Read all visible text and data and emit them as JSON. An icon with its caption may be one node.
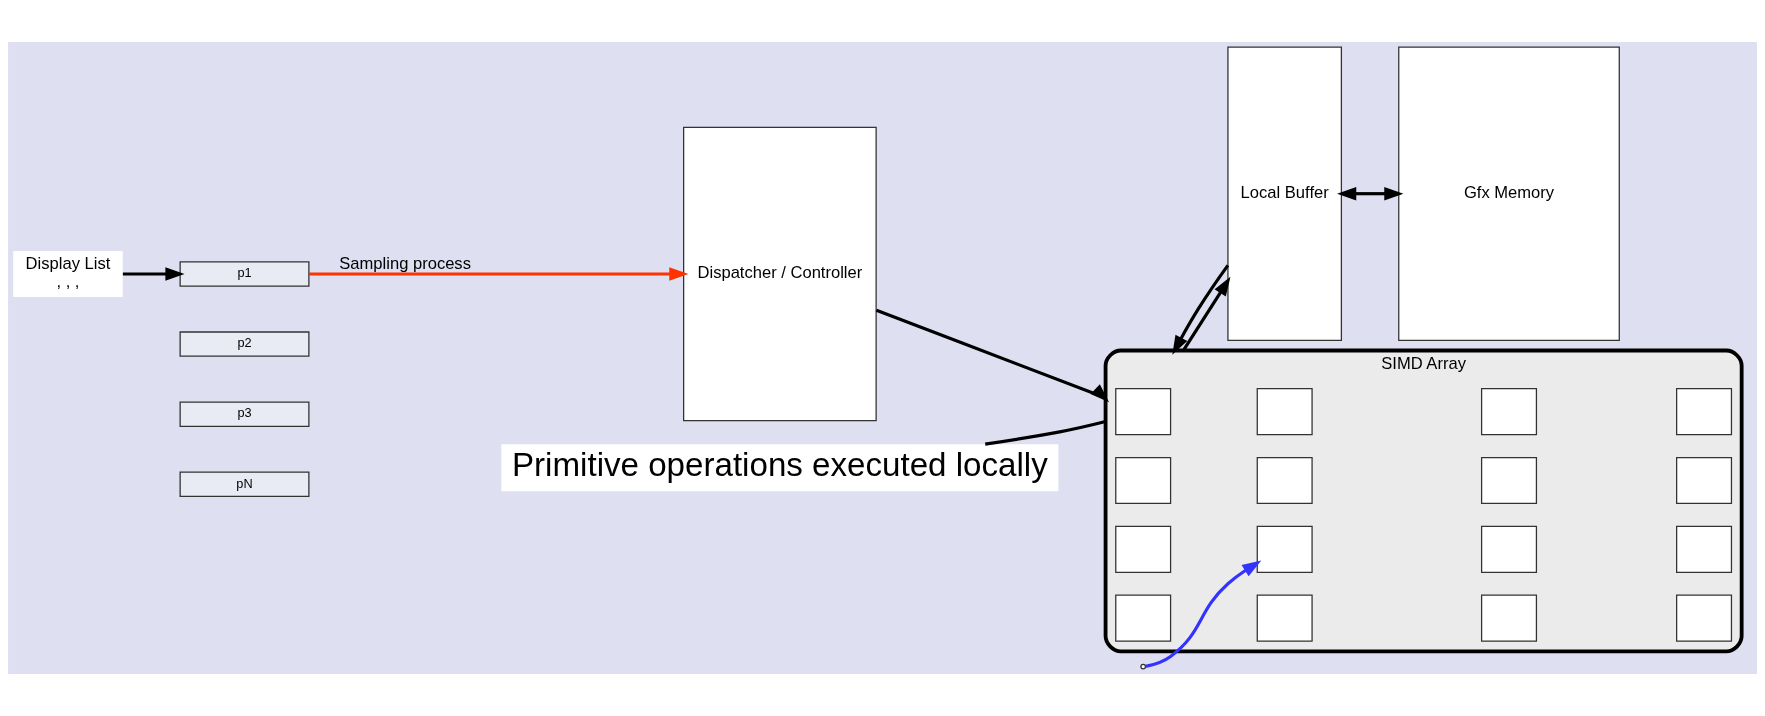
{
  "diagram": {
    "nodes": [
      {
        "text": [
          "Display List",
          ", , ,"
        ]
      },
      {
        "text": [
          "p1"
        ]
      },
      {
        "text": [
          "p2"
        ]
      },
      {
        "text": [
          "p3"
        ]
      },
      {
        "text": [
          "pN"
        ]
      },
      {
        "text": [
          "Dispatcher / Controller"
        ]
      },
      {
        "text": [
          "SIMD Array"
        ]
      },
      {
        "text": [],
        "shape": "box",
        "in": 6
      },
      {
        "text": [],
        "shape": "box",
        "in": 6
      },
      {
        "text": [],
        "shape": "box",
        "in": 6
      },
      {
        "text": [],
        "shape": "box",
        "in": 6
      },
      {
        "text": [],
        "shape": "box",
        "in": 6
      },
      {
        "text": [],
        "shape": "box",
        "in": 6
      },
      {
        "text": [],
        "shape": "box",
        "in": 6
      },
      {
        "text": [],
        "shape": "box",
        "in": 6
      },
      {
        "text": [],
        "shape": "box",
        "in": 6
      },
      {
        "text": [],
        "shape": "box",
        "in": 6
      },
      {
        "text": [],
        "shape": "box",
        "in": 6
      },
      {
        "text": [],
        "shape": "box",
        "in": 6
      },
      {
        "text": [],
        "shape": "box",
        "in": 6
      },
      {
        "text": [],
        "shape": "box",
        "in": 6
      },
      {
        "text": [],
        "shape": "box",
        "in": 6
      },
      {
        "text": [],
        "shape": "box",
        "in": 6
      },
      {
        "text": [
          "Local Buffer"
        ]
      },
      {
        "text": [
          "Gfx Memory"
        ]
      },
      {
        "text": [
          "Primitive operations executed locally"
        ]
      }
    ],
    "edges": [
      {
        "from": 0,
        "to": 1,
        "arrow": "to"
      },
      {
        "from": 1,
        "to": 5,
        "arrow": "to",
        "label": "Sampling process",
        "color": "#ff3300"
      },
      {
        "from": null,
        "to": 16,
        "arrow": "to",
        "color": "#3333ff"
      },
      {
        "from": 5,
        "to": 6,
        "arrow": "to"
      },
      {
        "from": 6,
        "to": 23,
        "arrow": "to"
      },
      {
        "from": 23,
        "to": 24,
        "arrow": "both"
      },
      {
        "from": 23,
        "to": 6,
        "arrow": "to"
      },
      {
        "from": 25,
        "to": 6,
        "arrow": "none"
      }
    ]
  }
}
